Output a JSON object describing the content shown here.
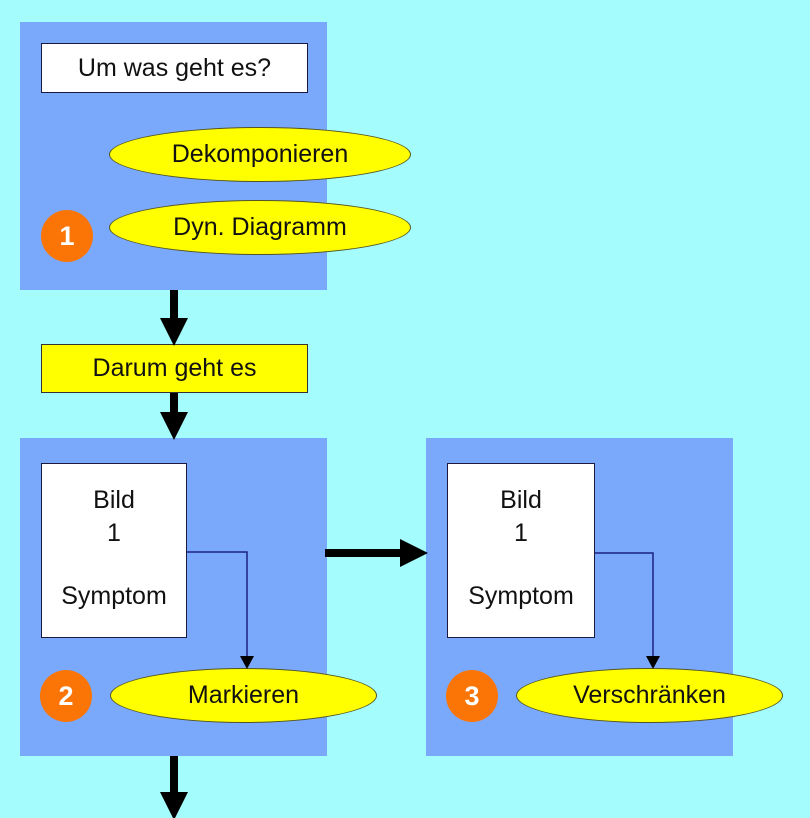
{
  "colors": {
    "background": "#a4fcfc",
    "panel": "#7aa9fb",
    "box_white": "#ffffff",
    "highlight_yellow": "#ffff00",
    "step_badge": "#fb7406",
    "connector": "#1a237e"
  },
  "step1": {
    "question": "Um was geht es?",
    "actions": [
      "Dekomponieren",
      "Dyn. Diagramm"
    ],
    "badge": "1"
  },
  "result": {
    "label": "Darum geht es"
  },
  "step2": {
    "card": {
      "line1": "Bild",
      "line2": "1",
      "line3": "Symptom"
    },
    "action": "Markieren",
    "badge": "2"
  },
  "step3": {
    "card": {
      "line1": "Bild",
      "line2": "1",
      "line3": "Symptom"
    },
    "action": "Verschränken",
    "badge": "3"
  }
}
